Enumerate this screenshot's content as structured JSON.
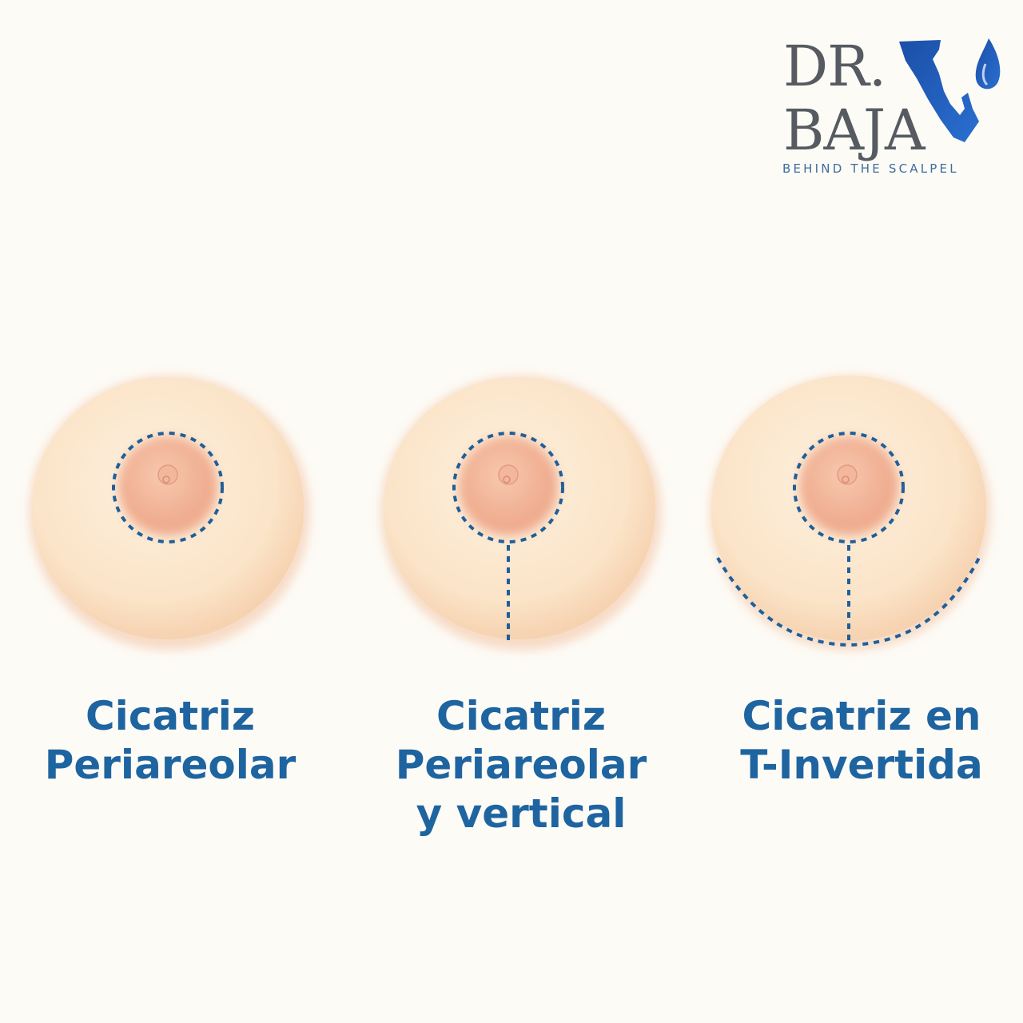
{
  "logo": {
    "line1": "DR.",
    "line2": "BAJA",
    "tagline": "BEHIND THE SCALPEL",
    "colors": {
      "text": "#555b60",
      "accent": "#1e58b0"
    }
  },
  "diagrams": [
    {
      "caption_lines": [
        "Cicatriz",
        "Periareolar"
      ],
      "scar_lines": [
        "periareolar"
      ]
    },
    {
      "caption_lines": [
        "Cicatriz",
        "Periareolar",
        "y vertical"
      ],
      "scar_lines": [
        "periareolar",
        "vertical"
      ]
    },
    {
      "caption_lines": [
        "Cicatriz en",
        "T-Invertida"
      ],
      "scar_lines": [
        "periareolar",
        "vertical",
        "inframammary"
      ]
    }
  ],
  "colors": {
    "background": "#fdfbf6",
    "skin": "#fbe7cf",
    "areola": "#f2b49a",
    "dashed_line": "#1f5f9a",
    "caption": "#1e64a0"
  }
}
